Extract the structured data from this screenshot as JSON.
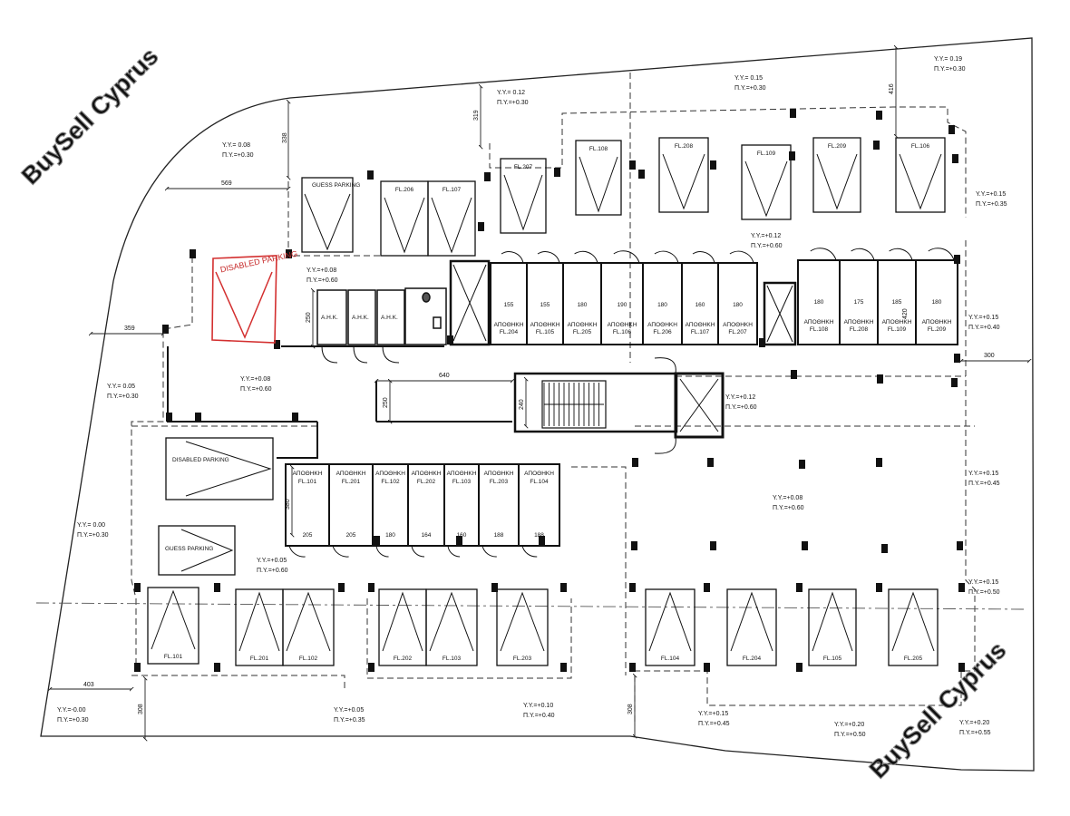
{
  "watermark": "BuySell Cyprus",
  "handwritten_note": "DISABLED PARKING",
  "levels": [
    {
      "a": "Y.Y.= 0.08",
      "b": "Π.Y.=+0.30"
    },
    {
      "a": "Y.Y.= 0.12",
      "b": "Π.Y.=+0.30"
    },
    {
      "a": "Y.Y.= 0.15",
      "b": "Π.Y.=+0.30"
    },
    {
      "a": "Y.Y.= 0.19",
      "b": "Π.Y.=+0.30"
    },
    {
      "a": "Y.Y.=+0.15",
      "b": "Π.Y.=+0.35"
    },
    {
      "a": "Y.Y.=+0.12",
      "b": "Π.Y.=+0.60"
    },
    {
      "a": "Y.Y.=+0.08",
      "b": "Π.Y.=+0.60"
    },
    {
      "a": "Y.Y.=+0.15",
      "b": "Π.Y.=+0.40"
    },
    {
      "a": "Y.Y.= 0.05",
      "b": "Π.Y.=+0.30"
    },
    {
      "a": "Y.Y.=+0.08",
      "b": "Π.Y.=+0.60"
    },
    {
      "a": "Y.Y.=+0.12",
      "b": "Π.Y.=+0.60"
    },
    {
      "a": "Y.Y.=+0.15",
      "b": "Π.Y.=+0.45"
    },
    {
      "a": "Y.Y.=+0.08",
      "b": "Π.Y.=+0.60"
    },
    {
      "a": "Y.Y.= 0.00",
      "b": "Π.Y.=+0.30"
    },
    {
      "a": "Y.Y.=+0.05",
      "b": "Π.Y.=+0.60"
    },
    {
      "a": "Y.Y.=+0.15",
      "b": "Π.Y.=+0.50"
    },
    {
      "a": "Y.Y.=-0.00",
      "b": "Π.Y.=+0.30"
    },
    {
      "a": "Y.Y.=+0.05",
      "b": "Π.Y.=+0.35"
    },
    {
      "a": "Y.Y.=+0.10",
      "b": "Π.Y.=+0.40"
    },
    {
      "a": "Y.Y.=+0.15",
      "b": "Π.Y.=+0.45"
    },
    {
      "a": "Y.Y.=+0.20",
      "b": "Π.Y.=+0.50"
    },
    {
      "a": "Y.Y.=+0.20",
      "b": "Π.Y.=+0.55"
    }
  ],
  "dimensions": [
    "338",
    "569",
    "319",
    "416",
    "359",
    "250",
    "640",
    "250",
    "240",
    "300",
    "380",
    "403",
    "308",
    "308"
  ],
  "top_spaces": [
    "FL.206",
    "FL.107",
    "FL.207",
    "FL.108",
    "FL.208",
    "FL.109",
    "FL.209",
    "FL.106"
  ],
  "guess_parking": "GUESS PARKING",
  "disabled_parking": "DISABLED PARKING",
  "ahk": [
    "A.H.K.",
    "A.H.K.",
    "A.H.K."
  ],
  "upper_storage": [
    {
      "w": "155",
      "name": "ΑΠΟΘΗΚΗ",
      "fl": "FL.204"
    },
    {
      "w": "155",
      "name": "ΑΠΟΘΗΚΗ",
      "fl": "FL.105"
    },
    {
      "w": "180",
      "name": "ΑΠΟΘΗΚΗ",
      "fl": "FL.205"
    },
    {
      "w": "190",
      "name": "ΑΠΟΘΗΚΗ",
      "fl": "FL.106"
    },
    {
      "w": "180",
      "name": "ΑΠΟΘΗΚΗ",
      "fl": "FL.206"
    },
    {
      "w": "160",
      "name": "ΑΠΟΘΗΚΗ",
      "fl": "FL.107"
    },
    {
      "w": "180",
      "name": "ΑΠΟΘΗΚΗ",
      "fl": "FL.207"
    }
  ],
  "right_storage": [
    {
      "w": "180",
      "name": "ΑΠΟΘΗΚΗ",
      "fl": "FL.108"
    },
    {
      "w": "175",
      "name": "ΑΠΟΘΗΚΗ",
      "fl": "FL.208"
    },
    {
      "w": "185",
      "name": "ΑΠΟΘΗΚΗ",
      "fl": "FL.109"
    },
    {
      "w": "180",
      "name": "ΑΠΟΘΗΚΗ",
      "fl": "FL.209"
    }
  ],
  "right_storage_depth": "420",
  "lower_storage": [
    {
      "w": "205",
      "name": "ΑΠΟΘΗΚΗ",
      "fl": "FL.101"
    },
    {
      "w": "205",
      "name": "ΑΠΟΘΗΚΗ",
      "fl": "FL.201"
    },
    {
      "w": "180",
      "name": "ΑΠΟΘΗΚΗ",
      "fl": "FL.102"
    },
    {
      "w": "164",
      "name": "ΑΠΟΘΗΚΗ",
      "fl": "FL.202"
    },
    {
      "w": "160",
      "name": "ΑΠΟΘΗΚΗ",
      "fl": "FL.103"
    },
    {
      "w": "188",
      "name": "ΑΠΟΘΗΚΗ",
      "fl": "FL.203"
    },
    {
      "w": "188",
      "name": "ΑΠΟΘΗΚΗ",
      "fl": "FL.104"
    }
  ],
  "bottom_spaces": [
    "FL.101",
    "FL.201",
    "FL.102",
    "FL.202",
    "FL.103",
    "FL.203",
    "FL.104",
    "FL.204",
    "FL.105",
    "FL.205"
  ]
}
